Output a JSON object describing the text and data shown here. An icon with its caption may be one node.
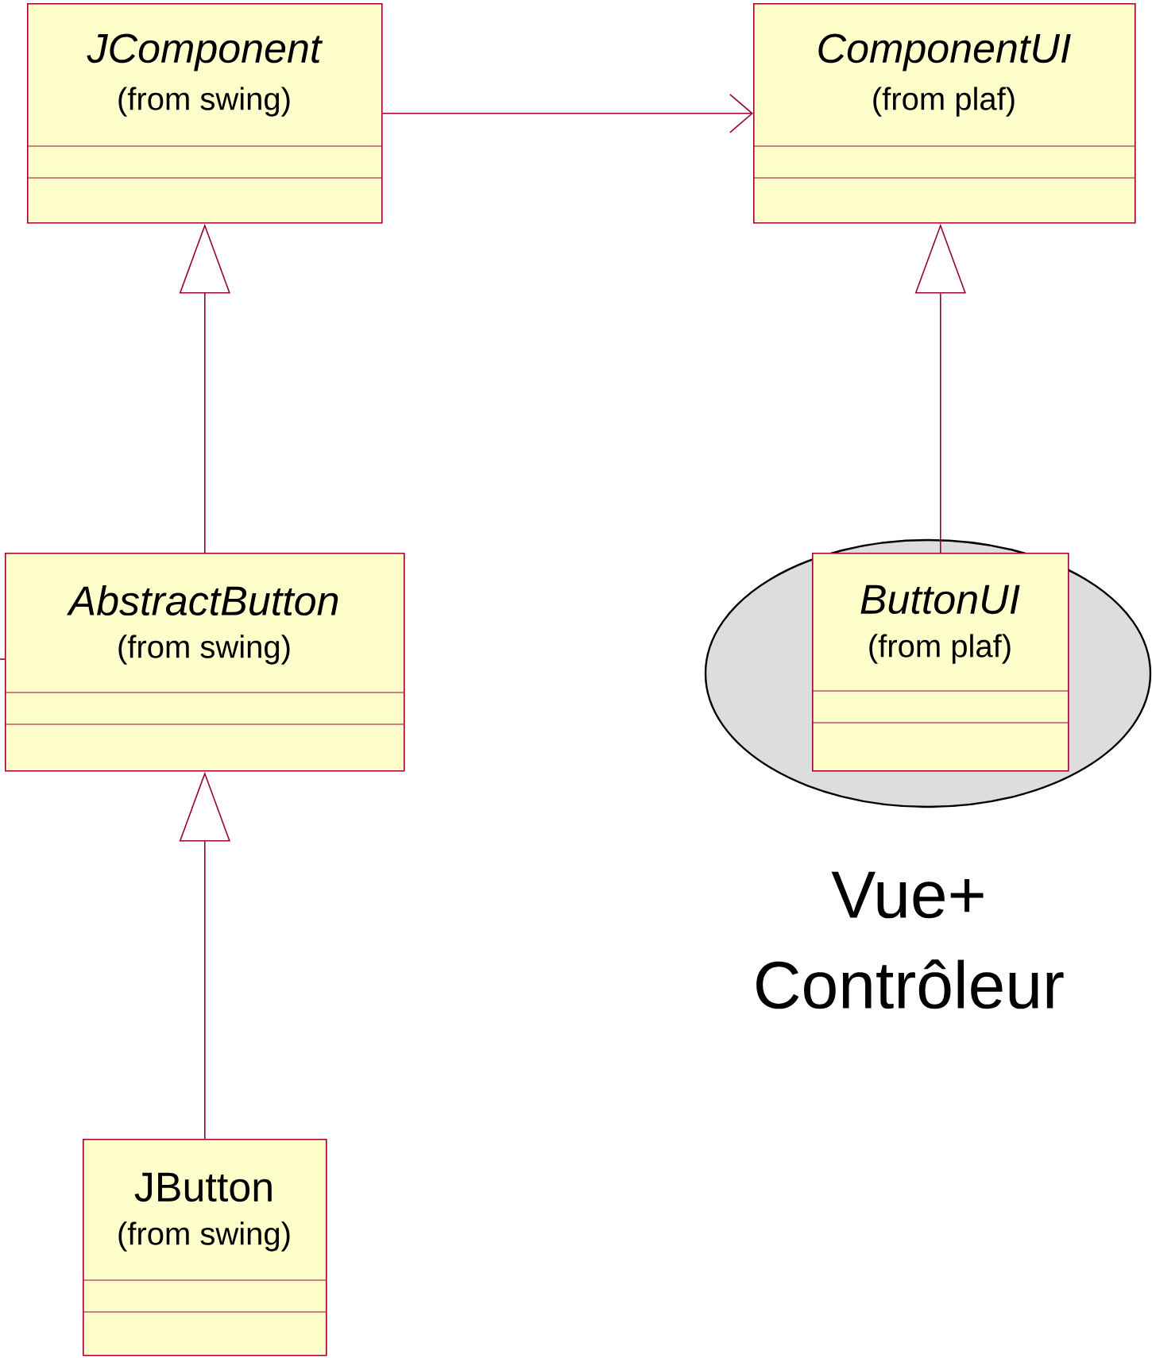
{
  "diagram": {
    "nodes": [
      {
        "text": [
          "JComponent",
          "(from swing)"
        ]
      },
      {
        "text": [
          "ComponentUI",
          "(from plaf)"
        ]
      },
      {
        "text": [
          "AbstractButton",
          "(from swing)"
        ]
      },
      {
        "text": [],
        "shape": "ellipse"
      },
      {
        "text": [
          "ButtonUI",
          "(from plaf)"
        ],
        "in": 3
      },
      {
        "text": [
          "JButton",
          "(from swing)"
        ]
      }
    ],
    "edges": [
      {
        "from": 0,
        "to": 1,
        "arrow": "to"
      },
      {
        "from": 2,
        "to": 0,
        "arrow": "to"
      },
      {
        "from": 4,
        "to": 1,
        "arrow": "to"
      },
      {
        "from": 5,
        "to": 2,
        "arrow": "to"
      },
      {
        "from": null,
        "to": 2,
        "arrow": "none"
      }
    ],
    "labels": [
      "Vue+ Contrôleur"
    ]
  }
}
